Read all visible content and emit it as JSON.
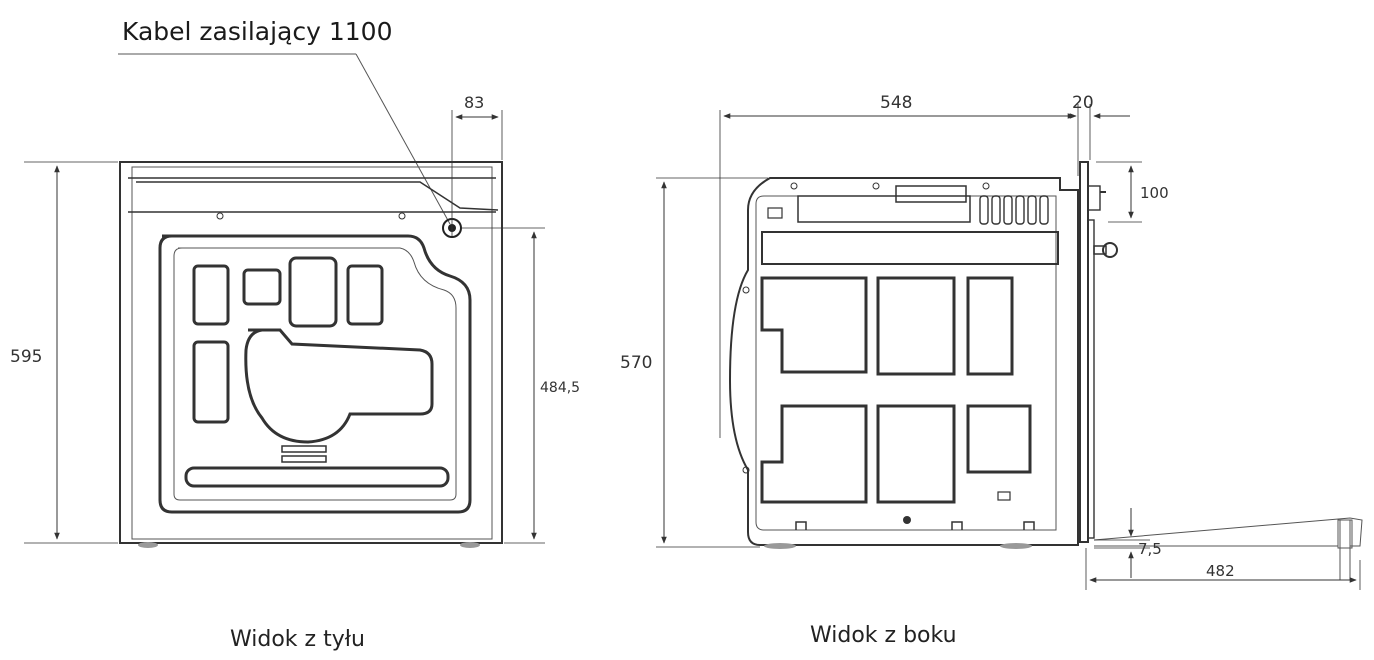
{
  "rear_view": {
    "callout": "Kabel zasilający 1100",
    "dim_top": "83",
    "dim_height": "595",
    "dim_right": "484,5",
    "caption": "Widok z tyłu"
  },
  "side_view": {
    "dim_depth": "548",
    "dim_front": "20",
    "dim_panel": "100",
    "dim_height": "570",
    "dim_gap": "7,5",
    "dim_door": "482",
    "caption": "Widok z boku"
  }
}
